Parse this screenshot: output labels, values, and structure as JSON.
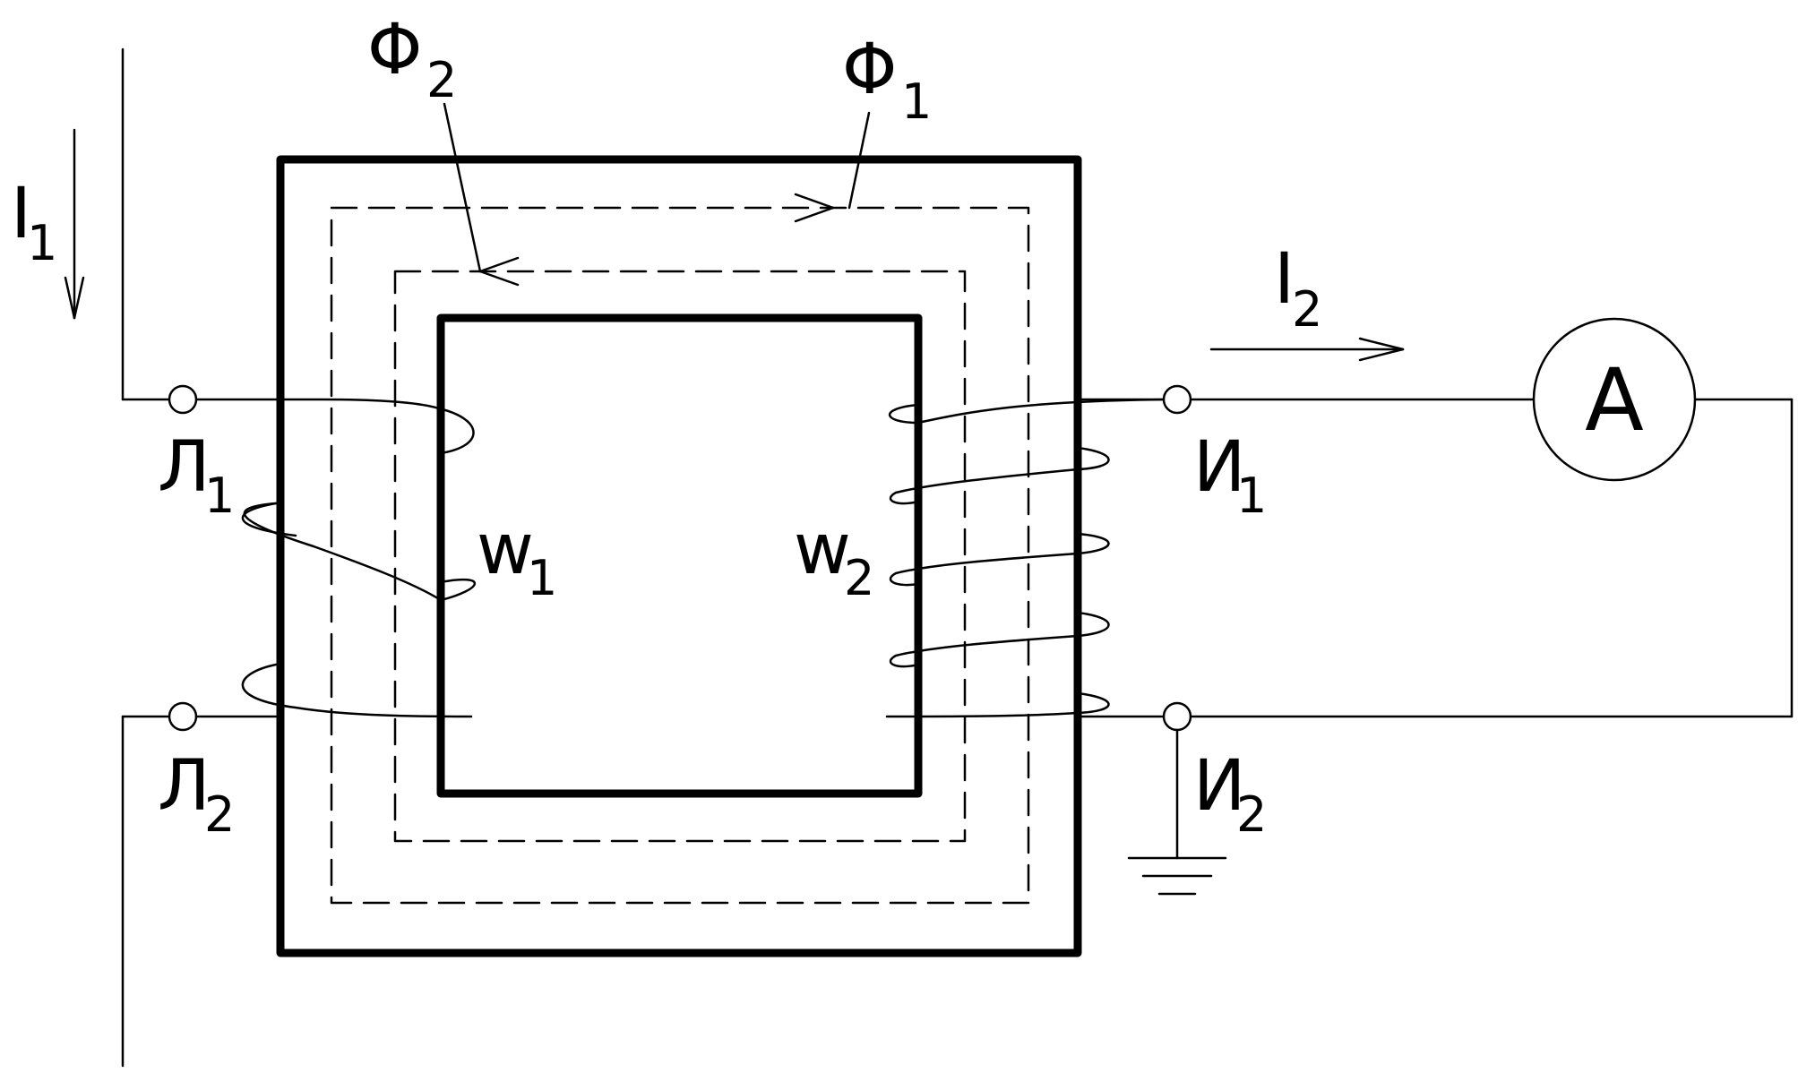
{
  "labels": {
    "i1": "I",
    "i1_sub": "1",
    "i2": "I",
    "i2_sub": "2",
    "phi1": "Φ",
    "phi1_sub": "1",
    "phi2": "Φ",
    "phi2_sub": "2",
    "l1": "Л",
    "l1_sub": "1",
    "l2": "Л",
    "l2_sub": "2",
    "w1": "w",
    "w1_sub": "1",
    "w2": "w",
    "w2_sub": "2",
    "u1": "И",
    "u1_sub": "1",
    "u2": "И",
    "u2_sub": "2",
    "ammeter": "A"
  },
  "colors": {
    "line": "#000000",
    "background": "#ffffff"
  }
}
